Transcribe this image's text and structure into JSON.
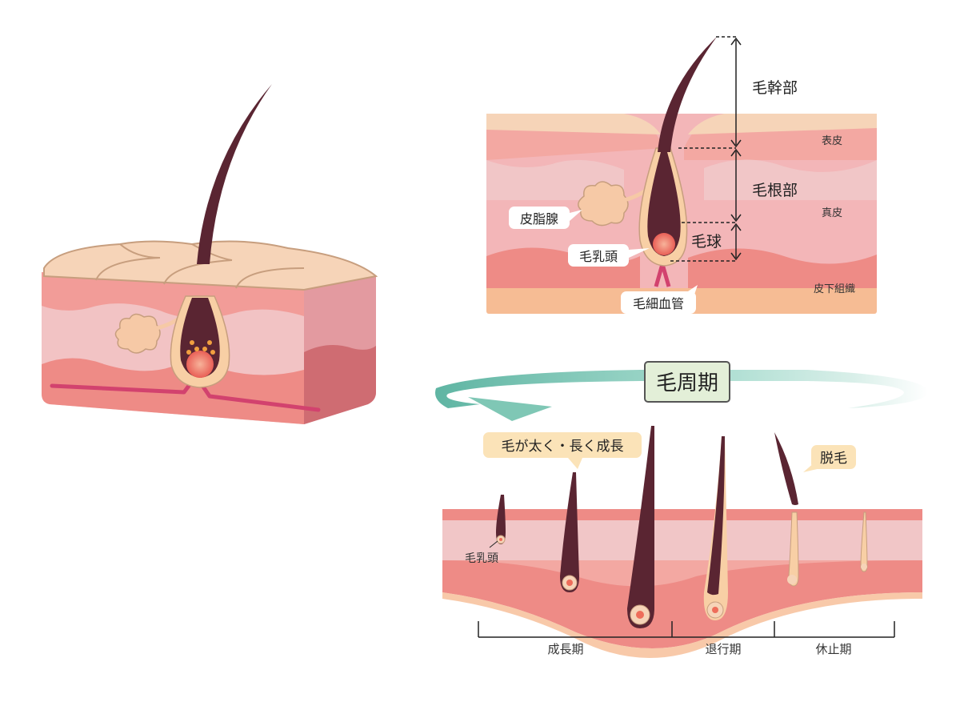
{
  "colors": {
    "skin_top": "#f3a8a2",
    "skin_mid": "#f4c8c6",
    "skin_deep": "#e8807d",
    "skin_cap": "#f6d4b8",
    "subcutis": "#f6bc94",
    "hair": "#5a2532",
    "hair_root": "#f8cfa5",
    "vessel": "#d2426e",
    "gland": "#f6c9a6",
    "papilla": "#ee6d5a",
    "arrow": "#7fc7b5",
    "title_box_bg": "#e3efd8",
    "title_box_border": "#555555",
    "callout_bg": "#fbe3b8"
  },
  "structure_diagram": {
    "layer_labels": [
      "表皮",
      "真皮",
      "皮下組織"
    ],
    "part_labels": [
      "毛幹部",
      "毛根部",
      "毛球"
    ],
    "callouts": [
      "皮脂腺",
      "毛乳頭",
      "毛細血管"
    ]
  },
  "cycle": {
    "title": "毛周期",
    "callout_growth": "毛が太く・長く成長",
    "callout_shed": "脱毛",
    "papilla_label": "毛乳頭",
    "phases": [
      "成長期",
      "退行期",
      "休止期"
    ]
  }
}
